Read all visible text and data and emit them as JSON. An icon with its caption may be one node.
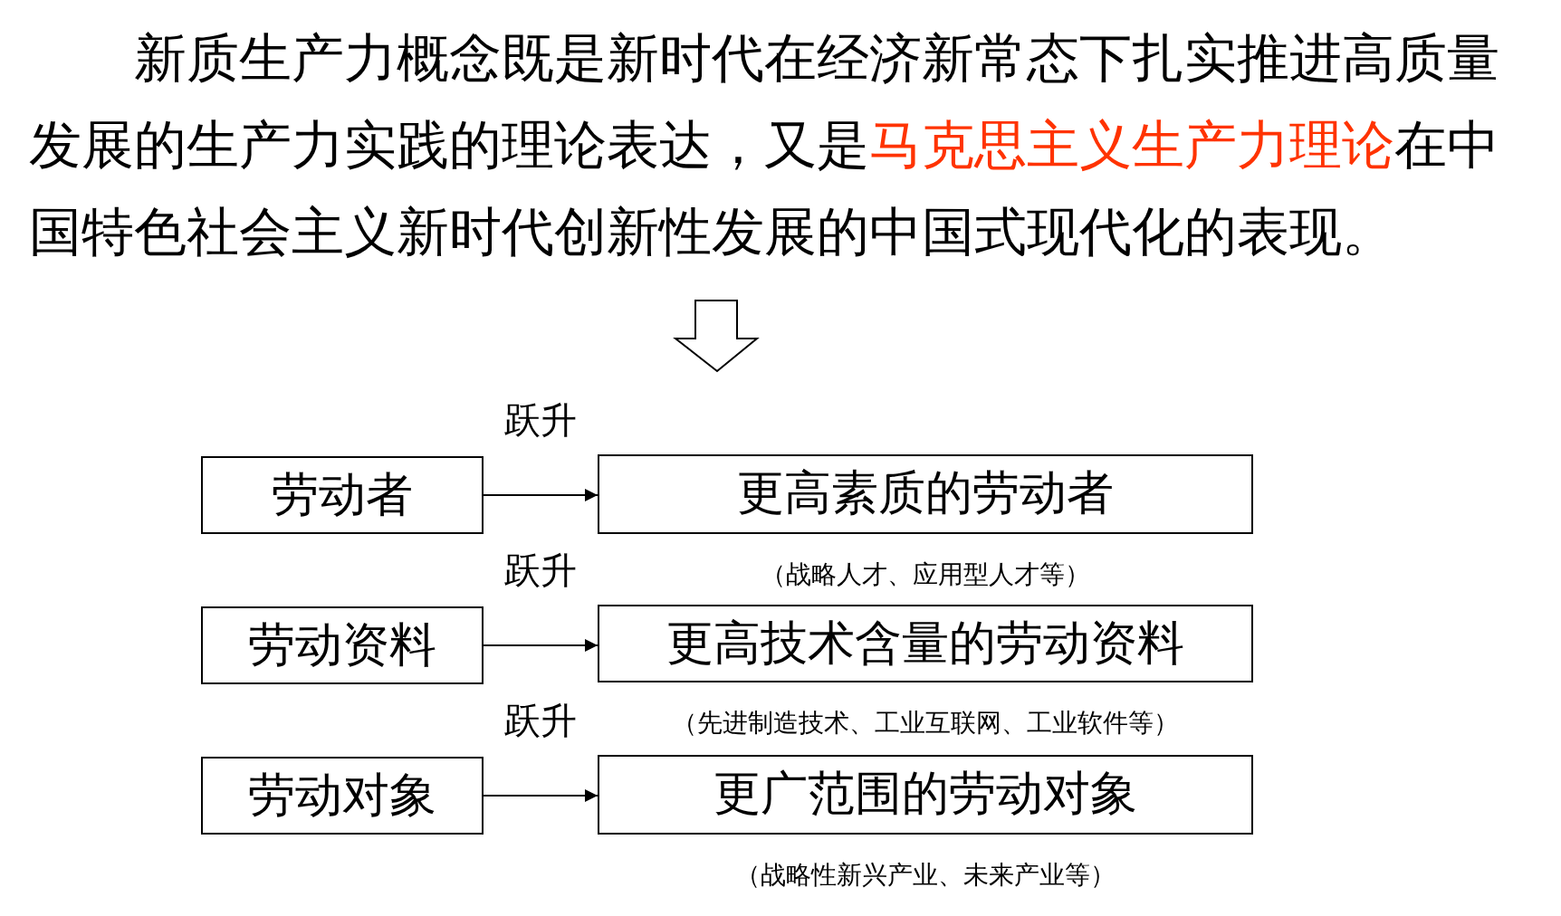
{
  "diagram": {
    "nodes": [
      {
        "text": [
          "新质生产力概念既是新时代在经济新常态下扎实推进高质量发展的生产力实践的理论表达，又是",
          "马克思主义生产力理论",
          "在中国特色社会主义新时代创新性发展的中国式现代化的表现。"
        ]
      },
      {
        "text": [
          "劳动者"
        ]
      },
      {
        "text": [
          "更高素质的劳动者"
        ],
        "beside": [
          "（战略人才、应用型人才等）"
        ]
      },
      {
        "text": [
          "劳动资料"
        ]
      },
      {
        "text": [
          "更高技术含量的劳动资料"
        ],
        "beside": [
          "（先进制造技术、工业互联网、工业软件等）"
        ]
      },
      {
        "text": [
          "劳动对象"
        ]
      },
      {
        "text": [
          "更广范围的劳动对象"
        ],
        "beside": [
          "（战略性新兴产业、未来产业等）"
        ]
      }
    ],
    "edges": [
      {
        "from": 1,
        "to": 2,
        "arrow": "to",
        "label": "跃升"
      },
      {
        "from": 3,
        "to": 4,
        "arrow": "to",
        "label": "跃升"
      },
      {
        "from": 5,
        "to": 6,
        "arrow": "to",
        "label": "跃升"
      }
    ]
  }
}
